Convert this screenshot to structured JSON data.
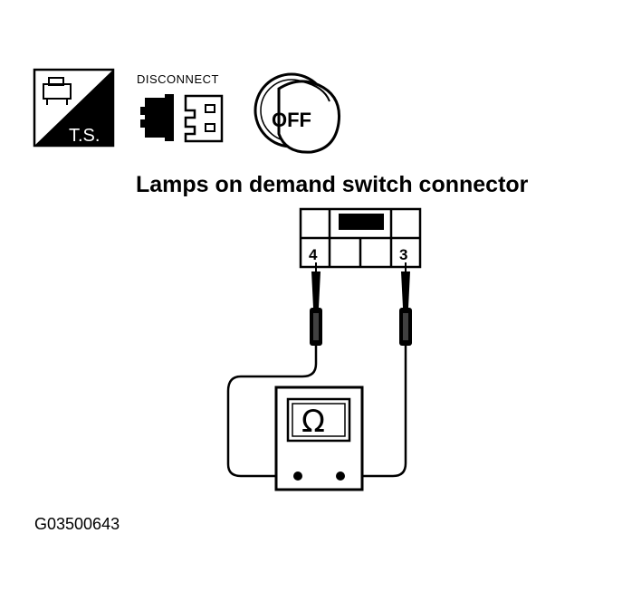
{
  "icons": {
    "ts_label": "T.S.",
    "disconnect_label": "DISCONNECT",
    "ignition_label": "OFF"
  },
  "diagram": {
    "title": "Lamps on demand switch connector",
    "pin_left": "4",
    "pin_right": "3",
    "meter_symbol": "Ω"
  },
  "figure_code": "G03500643"
}
